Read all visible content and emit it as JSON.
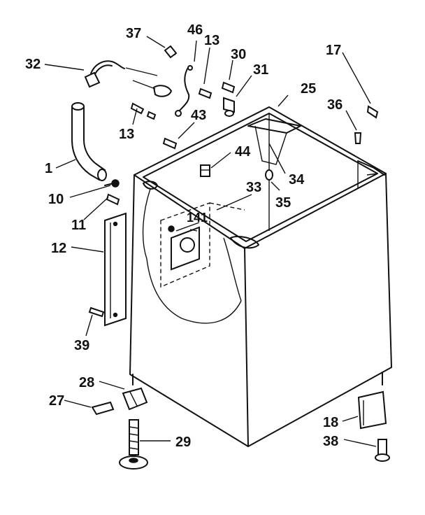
{
  "callouts": [
    {
      "id": "p37",
      "text": "37"
    },
    {
      "id": "p46",
      "text": "46"
    },
    {
      "id": "p13a",
      "text": "13"
    },
    {
      "id": "p30",
      "text": "30"
    },
    {
      "id": "p31",
      "text": "31"
    },
    {
      "id": "p25",
      "text": "25"
    },
    {
      "id": "p17",
      "text": "17"
    },
    {
      "id": "p32",
      "text": "32"
    },
    {
      "id": "p36",
      "text": "36"
    },
    {
      "id": "p43",
      "text": "43"
    },
    {
      "id": "p13b",
      "text": "13"
    },
    {
      "id": "p44",
      "text": "44"
    },
    {
      "id": "p34",
      "text": "34"
    },
    {
      "id": "p1",
      "text": "1"
    },
    {
      "id": "p33",
      "text": "33"
    },
    {
      "id": "p10",
      "text": "10"
    },
    {
      "id": "p35",
      "text": "35"
    },
    {
      "id": "p11",
      "text": "11"
    },
    {
      "id": "p141",
      "text": "141"
    },
    {
      "id": "p12",
      "text": "12"
    },
    {
      "id": "p39",
      "text": "39"
    },
    {
      "id": "p28",
      "text": "28"
    },
    {
      "id": "p27",
      "text": "27"
    },
    {
      "id": "p18",
      "text": "18"
    },
    {
      "id": "p29",
      "text": "29"
    },
    {
      "id": "p38",
      "text": "38"
    }
  ]
}
